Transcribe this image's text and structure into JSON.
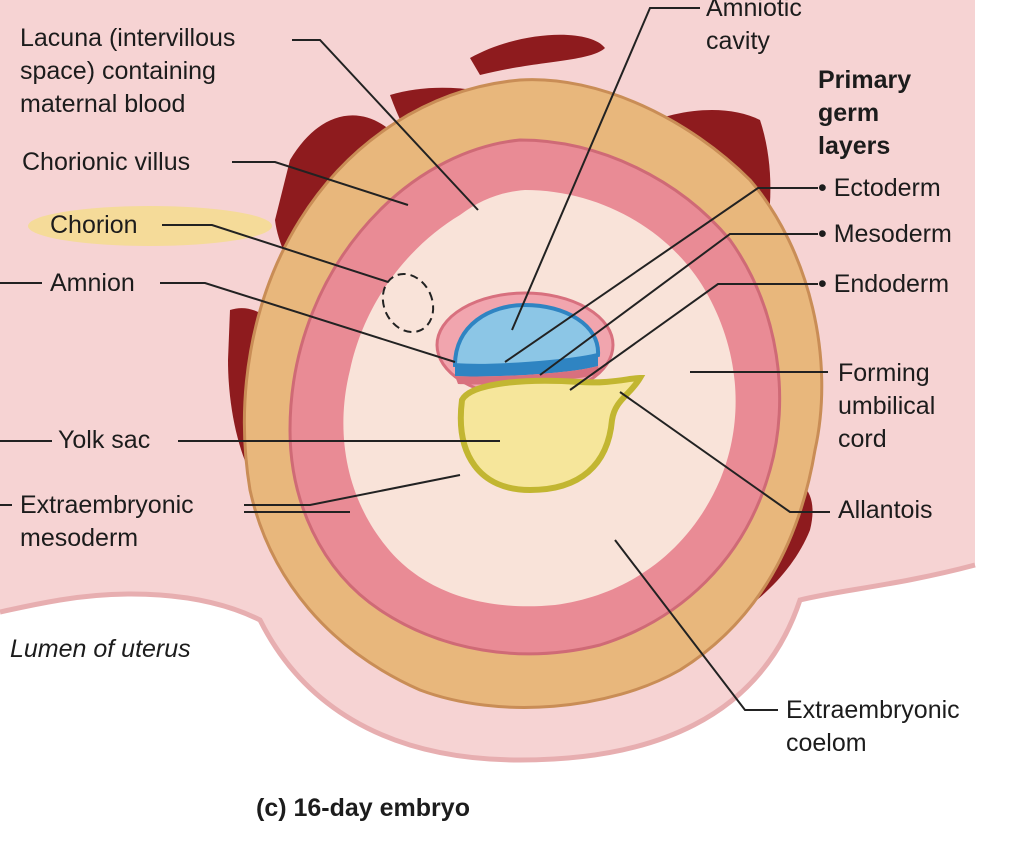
{
  "labels": {
    "lacuna": "Lacuna (intervillous\nspace) containing\nmaternal blood",
    "chorionic_villus": "Chorionic villus",
    "chorion": "Chorion",
    "amnion": "Amnion",
    "yolk_sac": "Yolk sac",
    "extraembryonic_mesoderm": "Extraembryonic\nmesoderm",
    "lumen": "Lumen of uterus",
    "amniotic_cavity": "Amniotic\ncavity",
    "germ_heading": "Primary\ngerm\nlayers",
    "ectoderm": "• Ectoderm",
    "mesoderm": "• Mesoderm",
    "endoderm": "• Endoderm",
    "umbilical": "Forming\numbilical\ncord",
    "allantois": "Allantois",
    "coelom": "Extraembryonic\ncoelom",
    "caption": "(c) 16-day embryo"
  },
  "colors": {
    "endometrium": "#f6d3d3",
    "decidua_dark": "#8e1b1e",
    "chorion_tan": "#e8b77c",
    "mesoderm_pink": "#e98b95",
    "coelom": "#f9e3d9",
    "amniotic_blue": "#8cc6e6",
    "ectoderm_blue": "#2f84c2",
    "yolk": "#f6e69b",
    "endoderm_yellow": "#c2b631",
    "leader": "#222222"
  }
}
